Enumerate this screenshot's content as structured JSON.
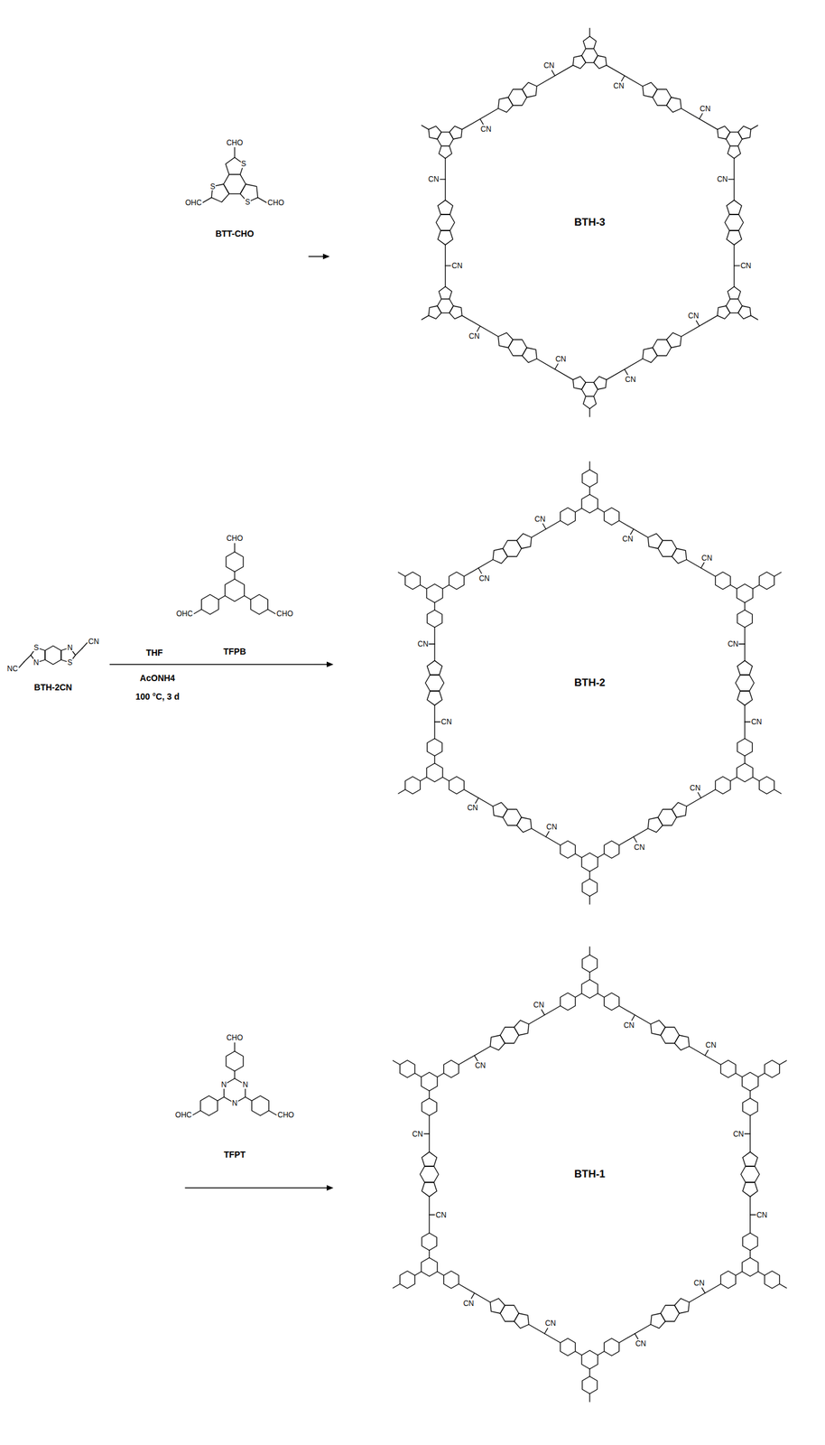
{
  "diagram": {
    "labels": [
      "CHO",
      "S",
      "S",
      "S",
      "OHC",
      "CHO",
      "BTT-CHO",
      "BTH-3",
      "CN",
      "CN",
      "CN",
      "CN",
      "CN",
      "CN",
      "CN",
      "CN",
      "CN",
      "CN",
      "CN",
      "CN",
      "BTH-2",
      "CN",
      "CN",
      "CN",
      "CN",
      "CN",
      "CN",
      "CN",
      "CN",
      "CN",
      "CN",
      "CN",
      "CN",
      "CHO",
      "OHC",
      "CHO",
      "TFPB",
      "S",
      "N",
      "N",
      "S",
      "CN",
      "NC",
      "BTH-2CN",
      "THF",
      "AcONH4",
      "100 °C, 3 d",
      "CHO",
      "N",
      "N",
      "N",
      "OHC",
      "CHO",
      "TFPT",
      "BTH-1",
      "CN",
      "CN",
      "CN",
      "CN",
      "CN",
      "CN",
      "CN",
      "CN",
      "CN",
      "CN",
      "CN",
      "CN"
    ]
  }
}
